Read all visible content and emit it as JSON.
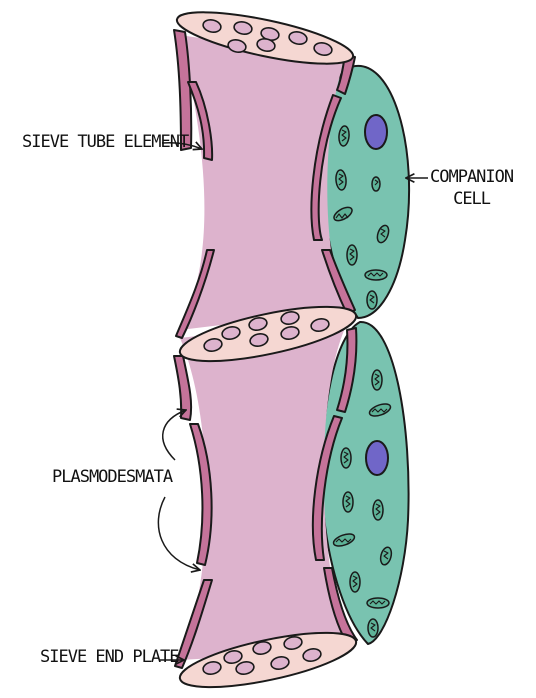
{
  "labels": {
    "sieve_tube_element": "SIEVE TUBE ELEMENT",
    "companion_cell_line1": "COMPANION",
    "companion_cell_line2": "CELL",
    "plasmodesmata": "PLASMODESMATA",
    "sieve_end_plate": "SIEVE END PLATE"
  },
  "colors": {
    "cytoplasm": "#ddb3cd",
    "cell_wall": "#c5739a",
    "sieve_plate": "#f5d7d2",
    "sieve_pore": "#ddb3cd",
    "companion_cell": "#79c3b0",
    "nucleus": "#7066c8",
    "mitochondria": "#5db297",
    "outline": "#1a1a1a"
  },
  "icons": {
    "nucleus": "nucleus-icon",
    "mitochondrion": "mitochondrion-icon",
    "pore": "sieve-pore-icon"
  }
}
